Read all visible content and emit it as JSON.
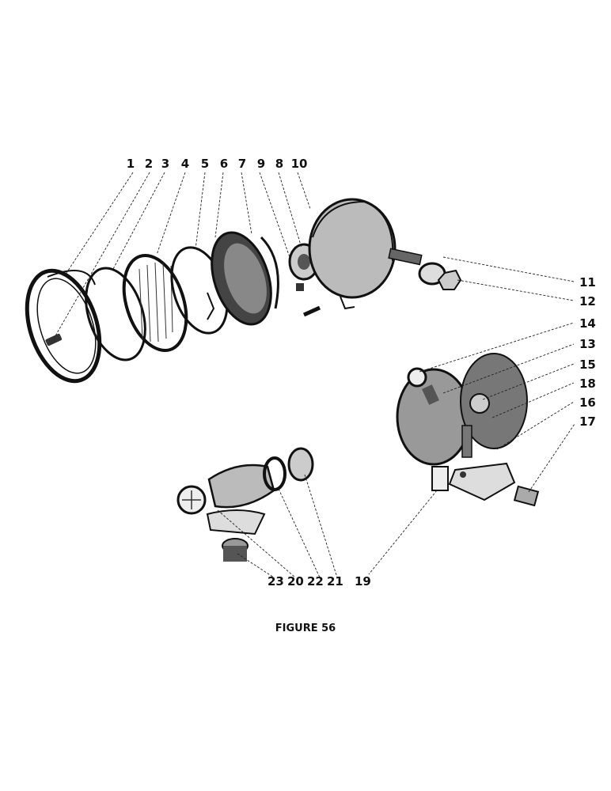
{
  "figure": {
    "caption": "FIGURE 56",
    "callouts": [
      {
        "id": "1",
        "text": "1"
      },
      {
        "id": "2",
        "text": "2"
      },
      {
        "id": "3",
        "text": "3"
      },
      {
        "id": "4",
        "text": "4"
      },
      {
        "id": "5",
        "text": "5"
      },
      {
        "id": "6",
        "text": "6"
      },
      {
        "id": "7",
        "text": "7"
      },
      {
        "id": "9",
        "text": "9"
      },
      {
        "id": "8",
        "text": "8"
      },
      {
        "id": "10",
        "text": "10"
      },
      {
        "id": "11",
        "text": "11"
      },
      {
        "id": "12",
        "text": "12"
      },
      {
        "id": "14",
        "text": "14"
      },
      {
        "id": "13",
        "text": "13"
      },
      {
        "id": "15",
        "text": "15"
      },
      {
        "id": "18",
        "text": "18"
      },
      {
        "id": "16",
        "text": "16"
      },
      {
        "id": "17",
        "text": "17"
      },
      {
        "id": "19",
        "text": "19"
      },
      {
        "id": "23",
        "text": "23"
      },
      {
        "id": "20",
        "text": "20"
      },
      {
        "id": "22",
        "text": "22"
      },
      {
        "id": "21",
        "text": "21"
      }
    ]
  }
}
